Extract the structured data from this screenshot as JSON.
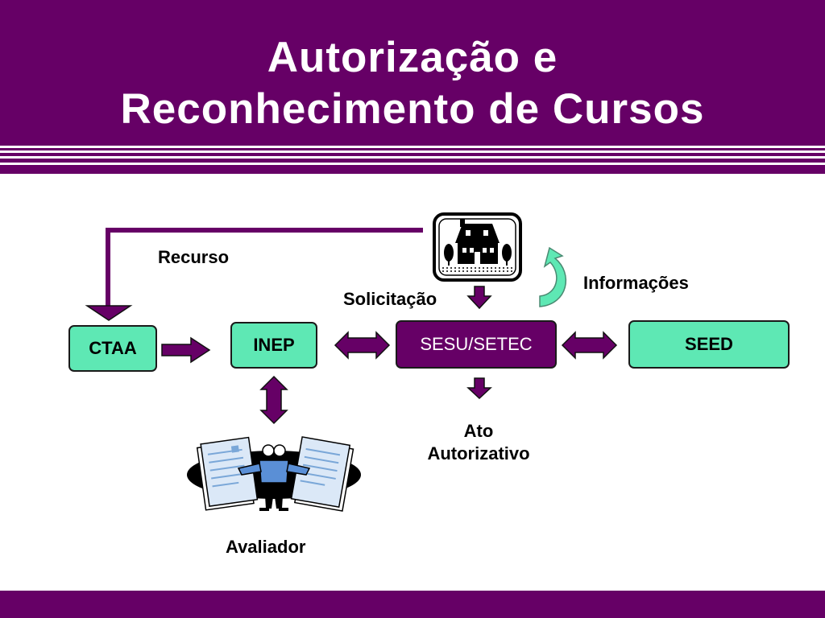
{
  "title": {
    "line1": "Autorização e",
    "line2": "Reconhecimento de Cursos"
  },
  "nodes": {
    "ctaa": "CTAA",
    "inep": "INEP",
    "sesu_setec": "SESU/SETEC",
    "seed": "SEED"
  },
  "labels": {
    "recurso": "Recurso",
    "solicitacao": "Solicitação",
    "informacoes": "Informações",
    "ato_line1": "Ato",
    "ato_line2": "Autorizativo",
    "avaliador": "Avaliador"
  },
  "colors": {
    "brand_purple": "#660066",
    "node_green": "#5ee8b4"
  },
  "icons": [
    "school-building-icon",
    "curved-arrow-icon",
    "evaluator-clipart-icon"
  ]
}
